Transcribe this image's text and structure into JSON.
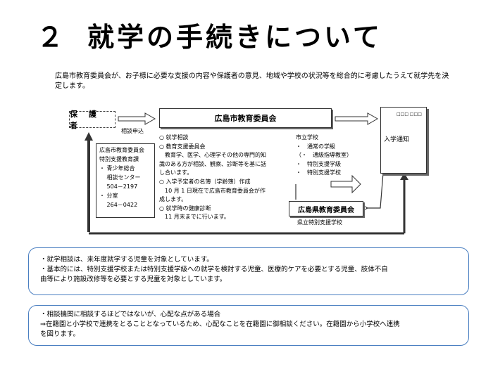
{
  "title": {
    "number": "２",
    "text": "就学の手続きについて"
  },
  "intro": "広島市教育委員会が、お子様に必要な支援の内容や保護者の意見、地域や学校の状況等を総合的に考慮したうえて就学先を決定します。",
  "diagram": {
    "guardian": "保 護 者",
    "board": "広島市教育委員会",
    "consult_request": "相談申込",
    "consult_box": [
      "広島市教育委員会",
      "特別支援教育課",
      "・ 青少年総合",
      "　 相談センター",
      "　 504－2197",
      "・ 分室",
      "　 264－0422"
    ],
    "process": [
      "○ 就学相談",
      "○ 教育支援委員会",
      "　教育学、医学、心理学その他の専門的知",
      "識のある方が相談、観察、診断等を基に話",
      "し合います。",
      "○ 入学予定者の名簿（学齢簿）作成",
      "　10 月 1 日現在で広島市教育委員会が作",
      "成します。",
      "○ 就学時の健康診断",
      "　11 月末までに行います。"
    ],
    "schools": [
      "市立学校",
      "・　通常の学級",
      "（・　通級指導教室）",
      "・　特別支援学級",
      "・　特別支援学校"
    ],
    "notice": "入学通知",
    "notice_stamp": "□□□ □□□",
    "pref_board": "広島県教育委員会",
    "pref_school": "県立特別支援学校"
  },
  "notes": [
    [
      "・就学相談は、来年度就学する児童を対象としています。",
      "・基本的には、特別支援学校または特別支援学級への就学を検討する児童、医療的ケアを必要とする児童、肢体不自",
      "由等により施設改修等を必要とする児童を対象としています。"
    ],
    [
      "・相談機関に相談するほどではないが、心配な点がある場合",
      "⇒在籍園と小学校で連携をとることとなっているため、心配なことを在籍園に御相談ください。在籍園から小学校へ連携",
      "を図ります。"
    ]
  ],
  "colors": {
    "note_border": "#4a7fc1",
    "arrow": "#333333"
  }
}
